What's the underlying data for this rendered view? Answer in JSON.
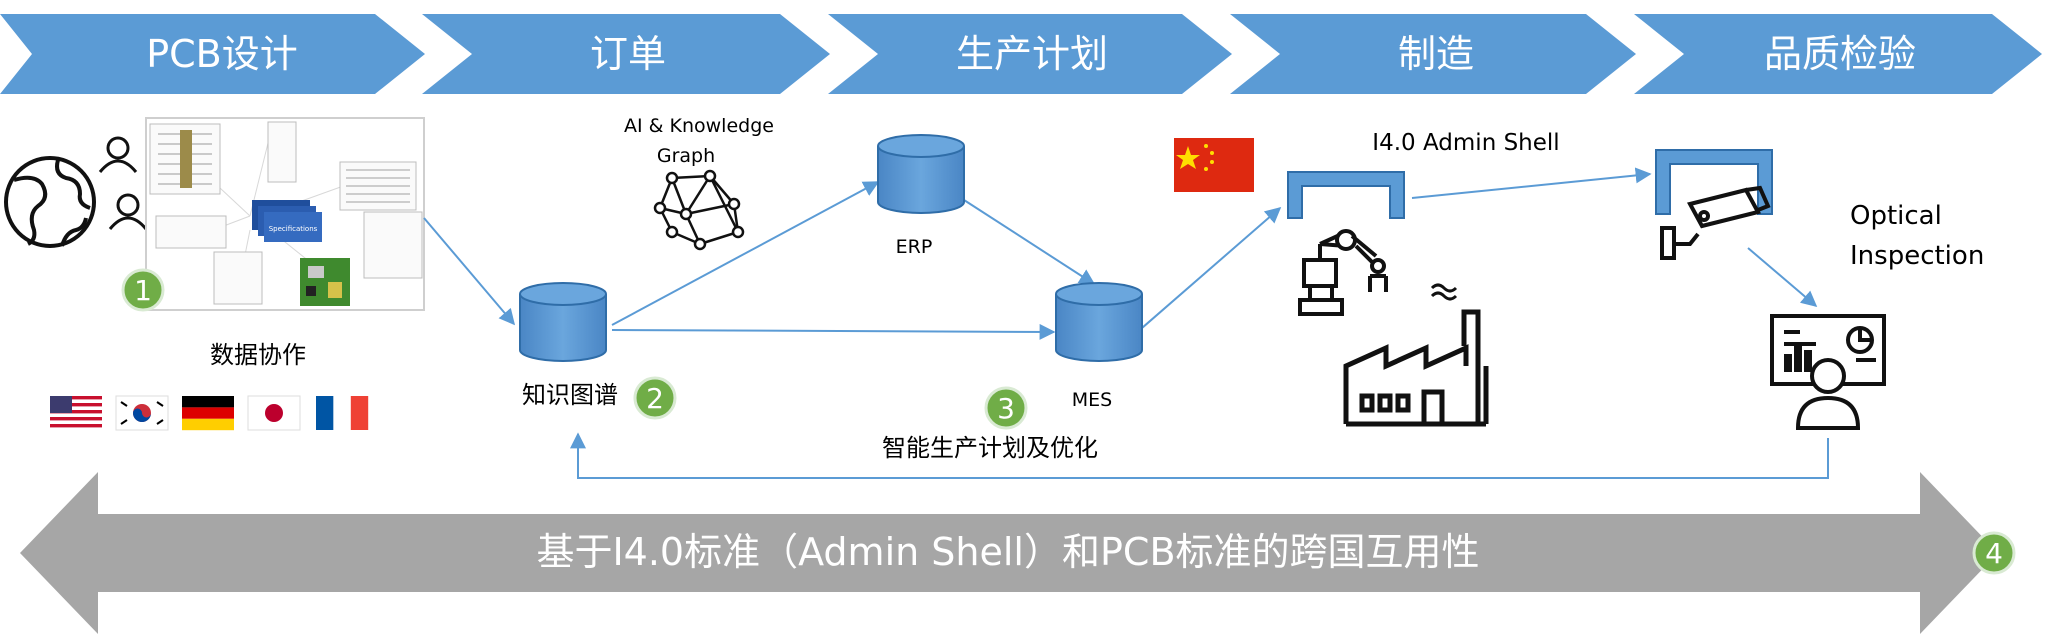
{
  "process_steps": [
    {
      "label": "PCB设计"
    },
    {
      "label": "订单"
    },
    {
      "label": "生产计划"
    },
    {
      "label": "制造"
    },
    {
      "label": "品质检验"
    }
  ],
  "design": {
    "spec_label": "Specifications",
    "caption": "数据协作",
    "flags": [
      "us-flag",
      "kr-flag",
      "de-flag",
      "jp-flag",
      "fr-flag"
    ]
  },
  "knowledge": {
    "ai_label_line1": "AI & Knowledge",
    "ai_label_line2": "Graph",
    "db_label": "知识图谱"
  },
  "planning": {
    "erp_label": "ERP",
    "mes_label": "MES",
    "caption": "智能生产计划及优化"
  },
  "manufacturing": {
    "admin_shell_label": "I4.0 Admin Shell",
    "flag": "cn-flag"
  },
  "inspection": {
    "label_line1": "Optical",
    "label_line2": "Inspection"
  },
  "bottom_banner": {
    "text": "基于I4.0标准（Admin Shell）和PCB标准的跨国互用性"
  },
  "markers": [
    "1",
    "2",
    "3",
    "4"
  ],
  "colors": {
    "chevron": "#5b9bd5",
    "db_fill": "#5b9bd5",
    "arrow": "#5b9bd5",
    "marker": "#70ad47",
    "banner": "#a6a6a6"
  }
}
